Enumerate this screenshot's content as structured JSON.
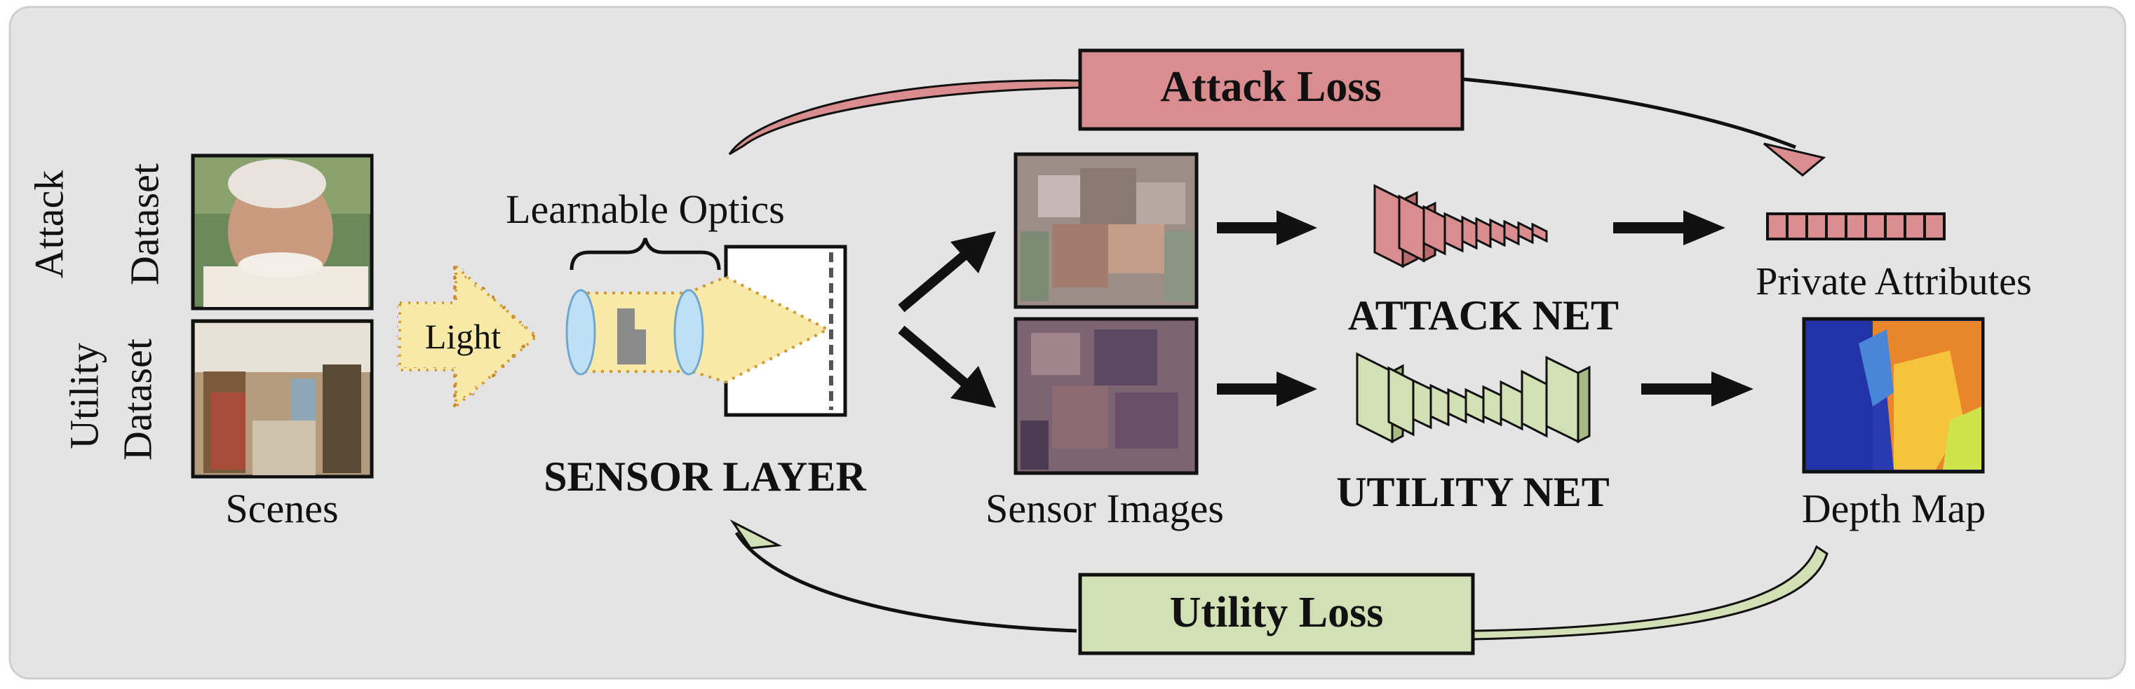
{
  "labels": {
    "attack_dataset_line1": "Attack",
    "attack_dataset_line2": "Dataset",
    "utility_dataset_line1": "Utility",
    "utility_dataset_line2": "Dataset",
    "scenes": "Scenes",
    "light": "Light",
    "learnable_optics": "Learnable Optics",
    "sensor_layer": "SENSOR LAYER",
    "sensor_images": "Sensor Images",
    "attack_net": "ATTACK NET",
    "utility_net": "UTILITY NET",
    "private_attributes": "Private Attributes",
    "depth_map": "Depth Map",
    "attack_loss": "Attack Loss",
    "utility_loss": "Utility Loss"
  },
  "colors": {
    "panel_background": "#e4e4e4",
    "attack_fill": "#d98d8e",
    "utility_fill": "#d3dfb4",
    "light_fill": "#f9e9a8",
    "lens_fill": "#bfe0f4",
    "depth_cold": "#2a3bb0",
    "depth_hot": "#e9852b"
  },
  "icons": {
    "photo_face": "attack-scene-photo-icon",
    "photo_library": "utility-scene-photo-icon",
    "camera": "sensor-camera-icon",
    "depth": "depth-map-icon"
  }
}
